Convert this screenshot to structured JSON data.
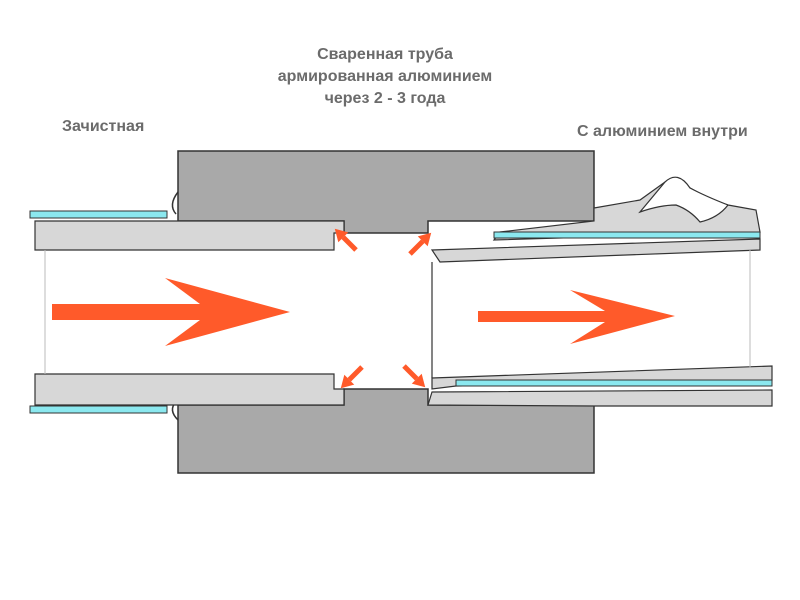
{
  "title": {
    "line1": "Сваренная труба",
    "line2": "армированная алюминием",
    "line3": "через 2 - 3 года"
  },
  "labels": {
    "left": "Зачистная",
    "right": "С алюминием внутри"
  },
  "colors": {
    "fitting": "#a9a9a9",
    "pipe_wall": "#d7d7d7",
    "aluminium": "#8be8ef",
    "flow_arrow": "#ff5a2a",
    "text": "#6b6b6b"
  }
}
